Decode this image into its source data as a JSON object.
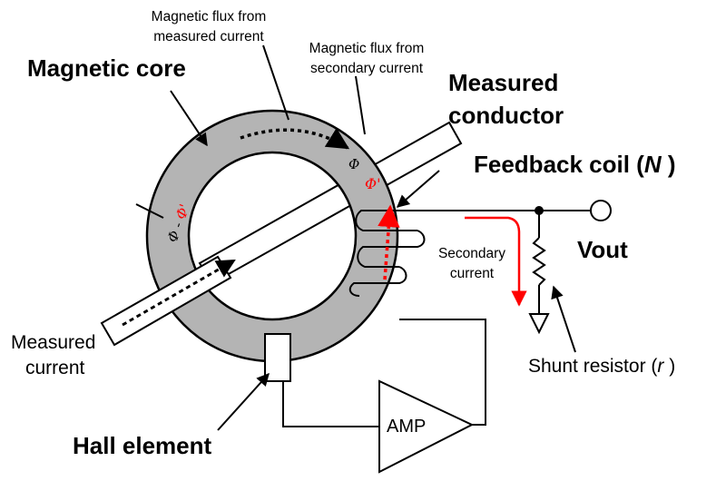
{
  "labels": {
    "magnetic_core": "Magnetic core",
    "flux_measured_line1": "Magnetic flux from",
    "flux_measured_line2": "measured current",
    "flux_secondary_line1": "Magnetic flux from",
    "flux_secondary_line2": "secondary current",
    "measured_conductor_line1": "Measured",
    "measured_conductor_line2": "conductor",
    "feedback_coil_prefix": "Feedback coil (",
    "feedback_coil_symbol": "N",
    "feedback_coil_suffix": " )",
    "vout": "Vout",
    "secondary_current_line1": "Secondary",
    "secondary_current_line2": "current",
    "shunt_resistor_prefix": "Shunt resistor (",
    "shunt_resistor_symbol": "r",
    "shunt_resistor_suffix": " )",
    "measured_current_line1": "Measured",
    "measured_current_line2": "current",
    "hall_element": "Hall element",
    "amp": "AMP",
    "phi": "Φ",
    "phi_prime": "Φ'",
    "phi_minus": "Φ - ",
    "phi_prime_core": "Φ'"
  },
  "colors": {
    "core_fill": "#b4b4b4",
    "stroke": "#000000",
    "accent": "#ff0000"
  }
}
